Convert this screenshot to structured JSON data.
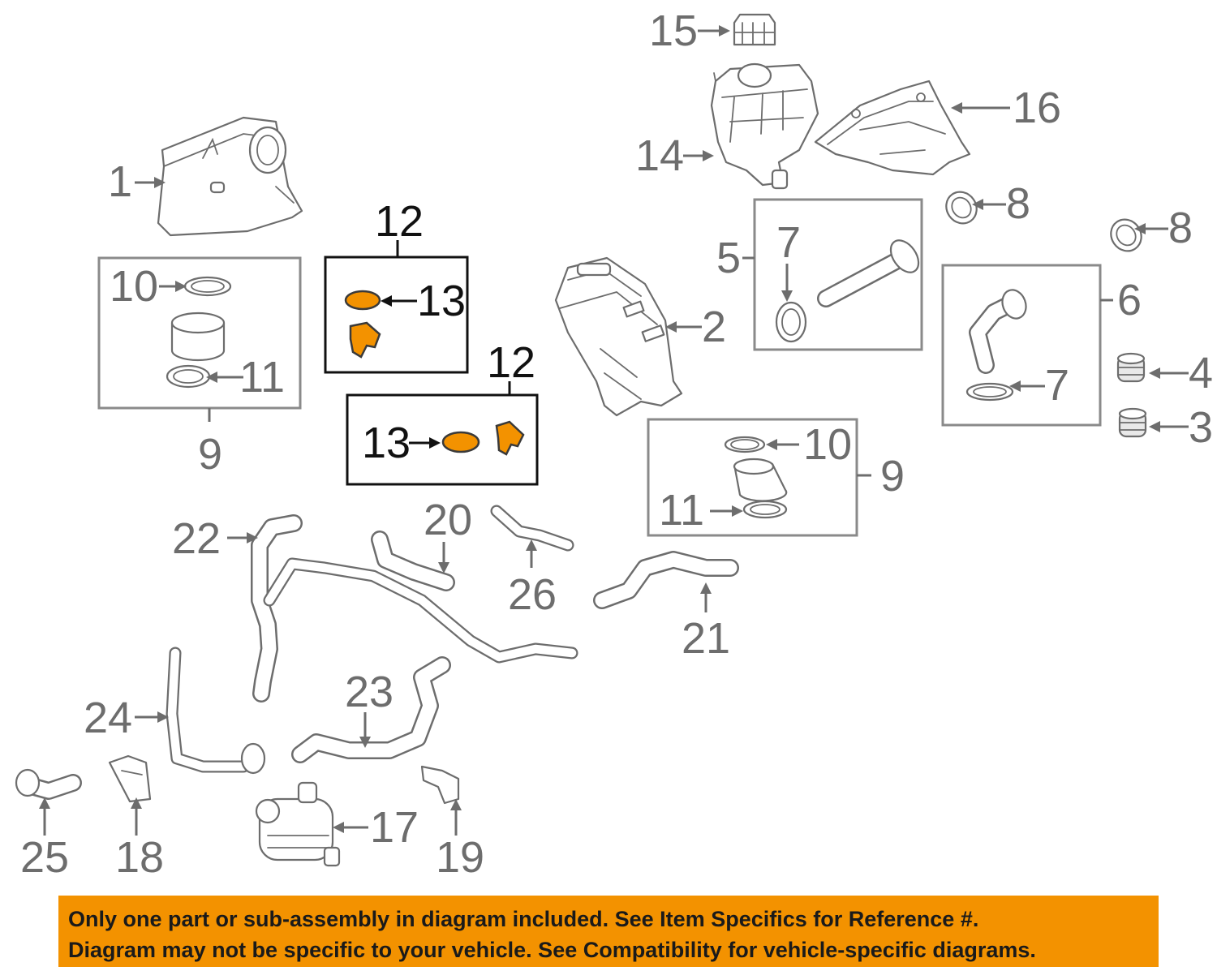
{
  "callouts": {
    "c1": "1",
    "c2": "2",
    "c3": "3",
    "c4": "4",
    "c5": "5",
    "c6": "6",
    "c7a": "7",
    "c7b": "7",
    "c8a": "8",
    "c8b": "8",
    "c9a": "9",
    "c9b": "9",
    "c10a": "10",
    "c10b": "10",
    "c11a": "11",
    "c11b": "11",
    "c12a": "12",
    "c12b": "12",
    "c13a": "13",
    "c13b": "13",
    "c14": "14",
    "c15": "15",
    "c16": "16",
    "c17": "17",
    "c18": "18",
    "c19": "19",
    "c20": "20",
    "c21": "21",
    "c22": "22",
    "c23": "23",
    "c24": "24",
    "c25": "25",
    "c26": "26"
  },
  "highlight": {
    "color": "#f39200",
    "parts": [
      "12",
      "13"
    ]
  },
  "notice": {
    "background": "#f39200",
    "line1": "Only one part or sub-assembly in diagram included. See Item Specifics for Reference #.",
    "line2": "Diagram may not be specific to your vehicle. See Compatibility for vehicle-specific diagrams."
  }
}
